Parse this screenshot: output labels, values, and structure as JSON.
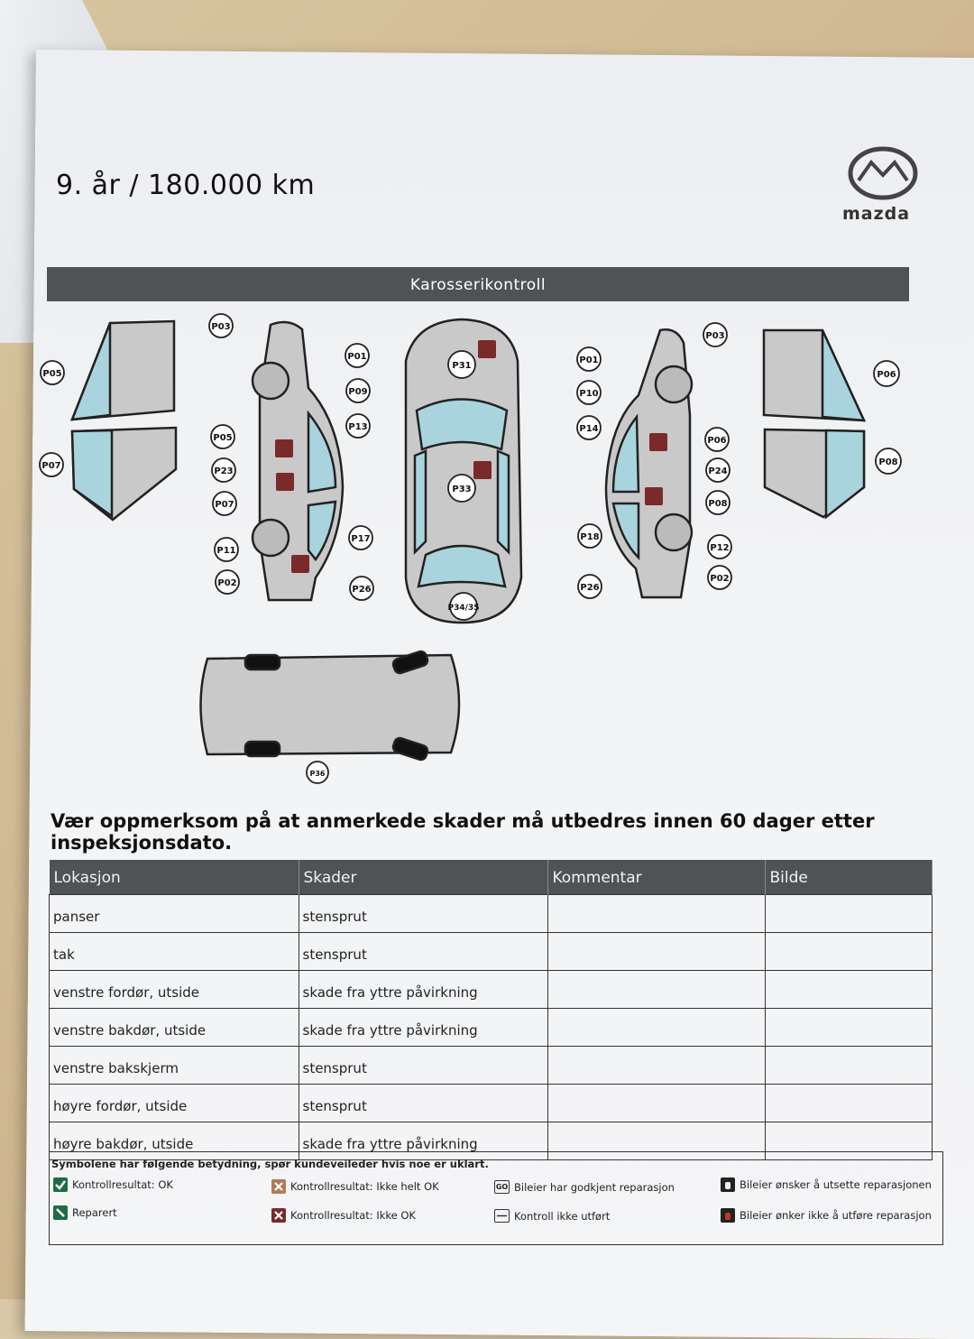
{
  "header": {
    "title": "9. år / 180.000 km",
    "brand": "mazda",
    "section_title": "Karosserikontroll"
  },
  "diagram_labels": {
    "left_doors": [
      "P05",
      "P07"
    ],
    "left_side": [
      "P03",
      "P01",
      "P09",
      "P13",
      "P05",
      "P23",
      "P07",
      "P17",
      "P11",
      "P02",
      "P26"
    ],
    "top": [
      "P31",
      "P33",
      "P34/35"
    ],
    "right_side": [
      "P03",
      "P01",
      "P10",
      "P14",
      "P06",
      "P24",
      "P08",
      "P18",
      "P12",
      "P02",
      "P26"
    ],
    "right_doors": [
      "P06",
      "P08"
    ],
    "underbody": [
      "P36"
    ]
  },
  "notice": "Vær oppmerksom på at anmerkede skader må utbedres innen 60 dager etter inspeksjonsdato.",
  "table": {
    "headers": [
      "Lokasjon",
      "Skader",
      "Kommentar",
      "Bilde"
    ],
    "rows": [
      {
        "lokasjon": "panser",
        "skader": "stensprut"
      },
      {
        "lokasjon": "tak",
        "skader": "stensprut"
      },
      {
        "lokasjon": "venstre fordør, utside",
        "skader": "skade fra yttre påvirkning"
      },
      {
        "lokasjon": "venstre bakdør, utside",
        "skader": "skade fra yttre påvirkning"
      },
      {
        "lokasjon": "venstre bakskjerm",
        "skader": "stensprut"
      },
      {
        "lokasjon": "høyre fordør, utside",
        "skader": "stensprut"
      },
      {
        "lokasjon": "høyre bakdør, utside",
        "skader": "skade fra yttre påvirkning"
      }
    ]
  },
  "legend": {
    "title": "Symbolene har følgende betydning, spør kundeveileder hvis noe er uklart.",
    "items": {
      "ok": "Kontrollresultat: OK",
      "repaired": "Reparert",
      "partly_ok": "Kontrollresultat: Ikke helt OK",
      "not_ok": "Kontrollresultat: Ikke OK",
      "approved": "Bileier har godkjent reparasjon",
      "not_done": "Kontroll ikke utført",
      "postpone": "Bileier ønsker å utsette reparasjonen",
      "declines": "Bileier ønker ikke å utføre reparasjon"
    },
    "go_symbol": "GO",
    "colors": {
      "ok": "#1f6b45",
      "not_ok": "#7a2a2a",
      "partly": "#b07a5a",
      "window": "#a9d4de"
    }
  }
}
